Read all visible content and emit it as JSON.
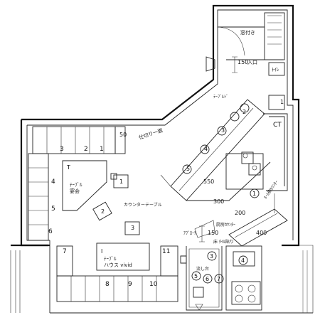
{
  "plan": {
    "labels": {
      "wall_top": "ﾃｰﾌﾞﾙﾄﾞ",
      "fifty": "50",
      "toilet": "ﾄｲﾚ",
      "dim_150_top": "150",
      "hinge": "窓付き",
      "ct": "CT",
      "table_T": "T",
      "table_t_text": "ﾃｰﾌﾞﾙ\n宴会",
      "table_i": "I",
      "table_i_text": "ﾃｰﾌﾞﾙ\nハウス vivid",
      "counter_note": "カウンターテーブル",
      "top_note": "仕切り一面",
      "kitchen_note": "厨房ｶｳﾝﾀｰ",
      "bar_note": "ﾎｰﾙ側ｶｳﾝﾀｰ",
      "dim_550": "550",
      "dim_300": "300",
      "dim_200": "200",
      "dim_150": "150",
      "dim_400": "400",
      "arrow_note": "ｱﾌﾟﾛｰﾁ",
      "floor_note": "床 ﾀｲﾙ貼り",
      "entry_note": "入口",
      "sink_note": "流し台"
    },
    "seat_numbers": {
      "n1": "1",
      "n2": "2",
      "n3": "3",
      "n4": "4",
      "n5": "5",
      "n6": "6",
      "n7": "7",
      "n8": "8",
      "n9": "9",
      "n10": "10",
      "n11": "11"
    },
    "circle_numbers": {
      "c1": "1",
      "c2": "2",
      "c3": "3",
      "c4": "4",
      "c5": "5",
      "c6": "6",
      "c7": "7"
    }
  }
}
